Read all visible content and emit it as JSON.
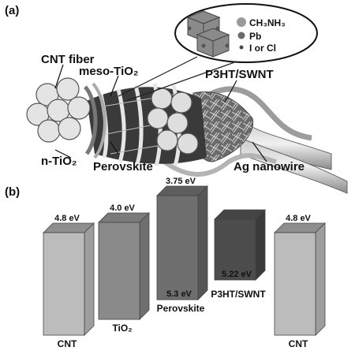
{
  "panel_a": {
    "label": "(a)",
    "callouts": {
      "cnt_fiber": "CNT fiber",
      "meso_tio2": "meso-TiO₂",
      "n_tio2": "n-TiO₂",
      "perovskite": "Perovskite",
      "p3ht_swnt": "P3HT/SWNT",
      "ag_nanowire": "Ag nanowire"
    },
    "legend": [
      {
        "label": "CH₃NH₃",
        "color": "#9a9a9a"
      },
      {
        "label": "Pb",
        "color": "#6a6a6a"
      },
      {
        "label": "I or Cl",
        "color": "#4a4a4a"
      }
    ]
  },
  "panel_b": {
    "label": "(b)",
    "columns": [
      {
        "name": "CNT",
        "top_label": "4.8 eV",
        "bottom_label": "",
        "top_ev": 4.8,
        "bottom_ev": null
      },
      {
        "name": "TiO₂",
        "top_label": "4.0 eV",
        "bottom_label": "",
        "top_ev": 4.0,
        "bottom_ev": null
      },
      {
        "name": "Perovskite",
        "top_label": "3.75 eV",
        "bottom_label": "5.3 eV",
        "top_ev": 3.75,
        "bottom_ev": 5.3
      },
      {
        "name": "P3HT/SWNT",
        "top_label": "",
        "bottom_label": "5.22 eV",
        "top_ev": null,
        "bottom_ev": 5.22
      },
      {
        "name": "CNT",
        "top_label": "4.8 eV",
        "bottom_label": "",
        "top_ev": 4.8,
        "bottom_ev": null
      }
    ]
  }
}
